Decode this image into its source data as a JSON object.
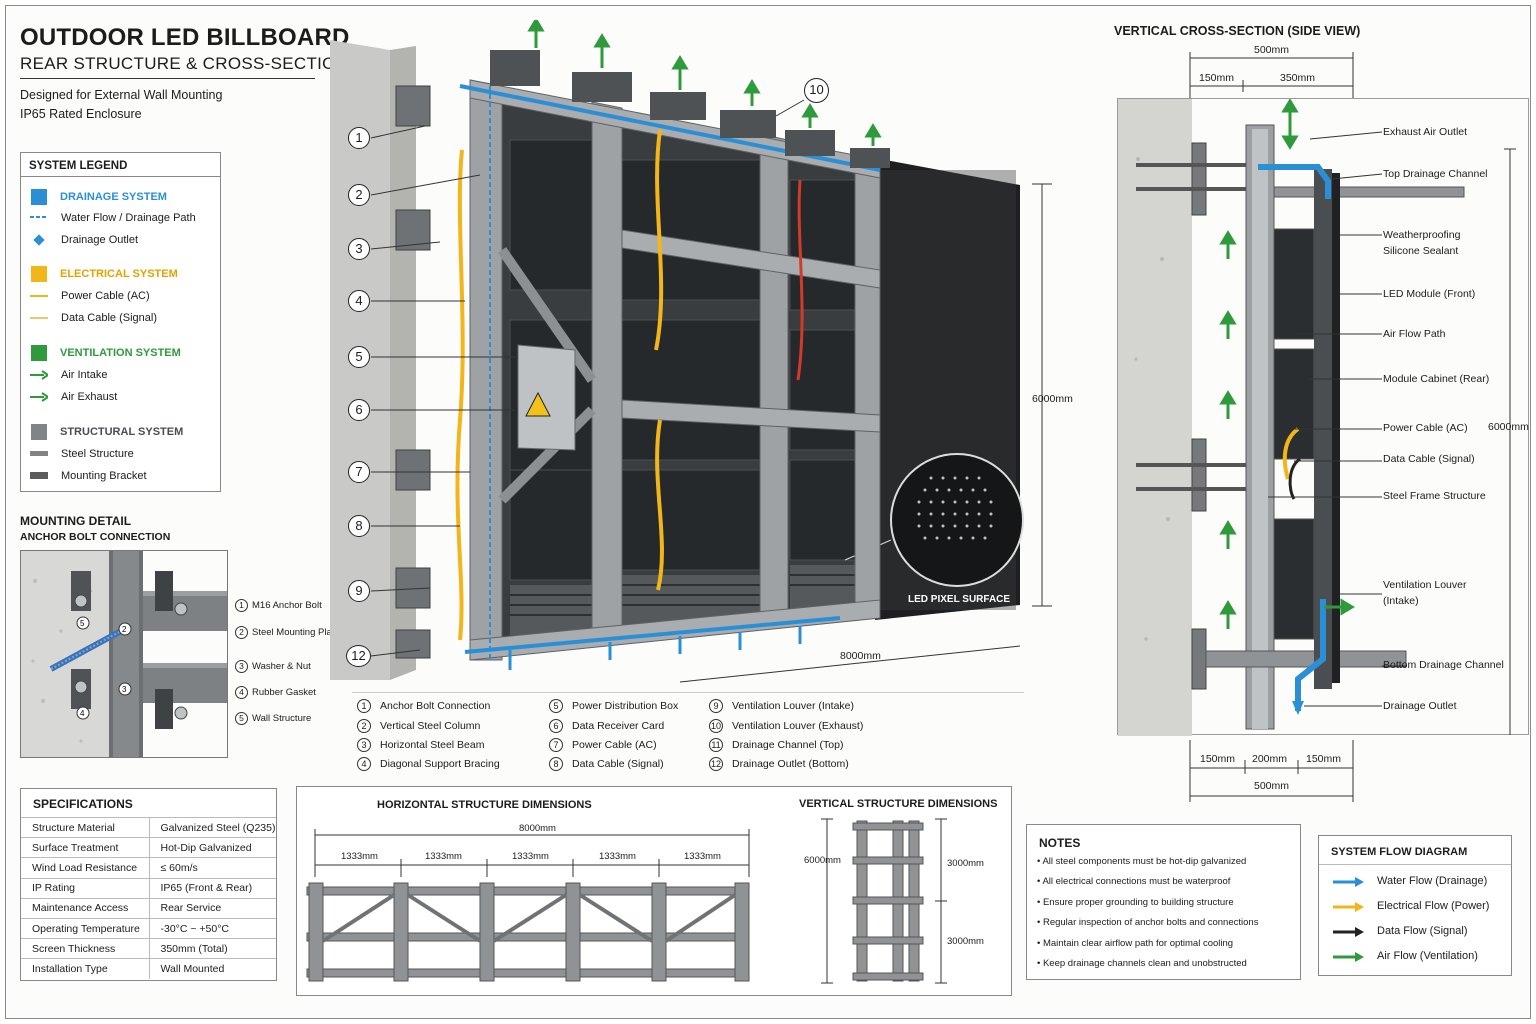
{
  "header": {
    "title": "OUTDOOR LED BILLBOARD",
    "subtitle": "REAR STRUCTURE & CROSS-SECTION",
    "line1": "Designed for External Wall Mounting",
    "line2": "IP65 Rated Enclosure"
  },
  "legend": {
    "heading": "SYSTEM LEGEND",
    "drainage": {
      "title": "DRAINAGE SYSTEM",
      "items": [
        "Water Flow / Drainage Path",
        "Drainage Outlet"
      ]
    },
    "electrical": {
      "title": "ELECTRICAL SYSTEM",
      "items": [
        "Power Cable (AC)",
        "Data Cable (Signal)"
      ]
    },
    "ventilation": {
      "title": "VENTILATION SYSTEM",
      "items": [
        "Air Intake",
        "Air Exhaust"
      ]
    },
    "structural": {
      "title": "STRUCTURAL SYSTEM",
      "items": [
        "Steel Structure",
        "Mounting Bracket"
      ]
    }
  },
  "colors": {
    "drainage": "#2b8fd6",
    "electrical": "#f2b51a",
    "ventilation": "#2f9a3c",
    "structural": "#808487",
    "bracket": "#5a5d60"
  },
  "mounting": {
    "heading": "MOUNTING DETAIL",
    "subheading": "ANCHOR BOLT CONNECTION",
    "labels": [
      "M16 Anchor Bolt",
      "Steel Mounting Plate",
      "Washer & Nut",
      "Rubber Gasket",
      "Wall Structure"
    ]
  },
  "main": {
    "callouts": [
      "1",
      "2",
      "3",
      "4",
      "5",
      "6",
      "7",
      "8",
      "9",
      "12",
      "10"
    ],
    "dim_height": "6000mm",
    "dim_width": "8000mm",
    "led_label": "LED PIXEL SURFACE"
  },
  "key": [
    {
      "n": "1",
      "t": "Anchor Bolt Connection"
    },
    {
      "n": "2",
      "t": "Vertical Steel Column"
    },
    {
      "n": "3",
      "t": "Horizontal Steel Beam"
    },
    {
      "n": "4",
      "t": "Diagonal Support Bracing"
    },
    {
      "n": "5",
      "t": "Power Distribution Box"
    },
    {
      "n": "6",
      "t": "Data Receiver Card"
    },
    {
      "n": "7",
      "t": "Power Cable (AC)"
    },
    {
      "n": "8",
      "t": "Data Cable (Signal)"
    },
    {
      "n": "9",
      "t": "Ventilation Louver (Intake)"
    },
    {
      "n": "10",
      "t": "Ventilation Louver (Exhaust)"
    },
    {
      "n": "11",
      "t": "Drainage Channel (Top)"
    },
    {
      "n": "12",
      "t": "Drainage Outlet (Bottom)"
    }
  ],
  "specs": {
    "heading": "SPECIFICATIONS",
    "rows": [
      [
        "Structure Material",
        "Galvanized Steel (Q235)"
      ],
      [
        "Surface Treatment",
        "Hot-Dip Galvanized"
      ],
      [
        "Wind Load Resistance",
        "≤  60m/s"
      ],
      [
        "IP Rating",
        "IP65 (Front & Rear)"
      ],
      [
        "Maintenance Access",
        "Rear Service"
      ],
      [
        "Operating Temperature",
        "-30°C ~ +50°C"
      ],
      [
        "Screen Thickness",
        "350mm (Total)"
      ],
      [
        "Installation Type",
        "Wall Mounted"
      ]
    ]
  },
  "horizontal": {
    "title": "HORIZONTAL STRUCTURE DIMENSIONS",
    "total": "8000mm",
    "segments": [
      "1333mm",
      "1333mm",
      "1333mm",
      "1333mm",
      "1333mm"
    ]
  },
  "vertical": {
    "title": "VERTICAL STRUCTURE DIMENSIONS",
    "total": "6000mm",
    "halves": [
      "3000mm",
      "3000mm"
    ]
  },
  "cross": {
    "title": "VERTICAL CROSS-SECTION (SIDE VIEW)",
    "top_total": "500mm",
    "top_a": "150mm",
    "top_b": "350mm",
    "bot_a": "150mm",
    "bot_b": "200mm",
    "bot_c": "150mm",
    "bot_total": "500mm",
    "height": "6000mm",
    "labels": [
      "Exhaust Air Outlet",
      "Top Drainage Channel",
      "Weatherproofing Silicone Sealant",
      "LED Module (Front)",
      "Air Flow Path",
      "Module Cabinet (Rear)",
      "Power Cable (AC)",
      "Data Cable (Signal)",
      "Steel Frame Structure",
      "Ventilation Louver (Intake)",
      "Bottom Drainage Channel",
      "Drainage Outlet"
    ],
    "label_split": [
      "Weatherproofing",
      "Silicone Sealant",
      "Ventilation Louver",
      "(Intake)"
    ]
  },
  "notes": {
    "heading": "NOTES",
    "items": [
      "All steel components must be hot-dip galvanized",
      "All electrical connections must be waterproof",
      "Ensure proper grounding to building structure",
      "Regular inspection of anchor bolts and connections",
      "Maintain clear airflow path for optimal cooling",
      "Keep drainage channels clean and unobstructed"
    ]
  },
  "flow": {
    "heading": "SYSTEM FLOW DIAGRAM",
    "items": [
      {
        "label": "Water Flow (Drainage)",
        "color": "#2b8fd6"
      },
      {
        "label": "Electrical Flow (Power)",
        "color": "#f2b51a"
      },
      {
        "label": "Data Flow (Signal)",
        "color": "#222222"
      },
      {
        "label": "Air Flow (Ventilation)",
        "color": "#2f9a3c"
      }
    ]
  }
}
